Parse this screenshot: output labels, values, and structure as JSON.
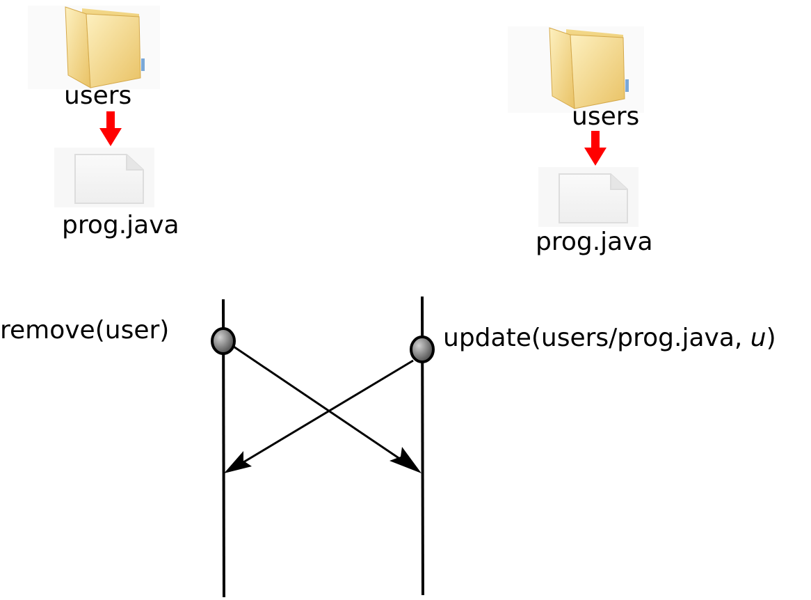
{
  "replicas": [
    {
      "folder_label": "users",
      "file_label": "prog.java",
      "folder_icon": "folder-icon",
      "file_icon": "file-icon",
      "arrow_color": "#ff0000"
    },
    {
      "folder_label": "users",
      "file_label": "prog.java",
      "folder_icon": "folder-icon",
      "file_icon": "file-icon",
      "arrow_color": "#ff0000"
    }
  ],
  "operations": {
    "left": {
      "text": "remove(user)"
    },
    "right": {
      "prefix": "update(users/prog.java, ",
      "var": "u",
      "suffix": ")"
    }
  },
  "colors": {
    "folder_light": "#fbe7a1",
    "folder_dark": "#e8bf5a",
    "event_fill": "#808080",
    "timeline": "#000000"
  }
}
